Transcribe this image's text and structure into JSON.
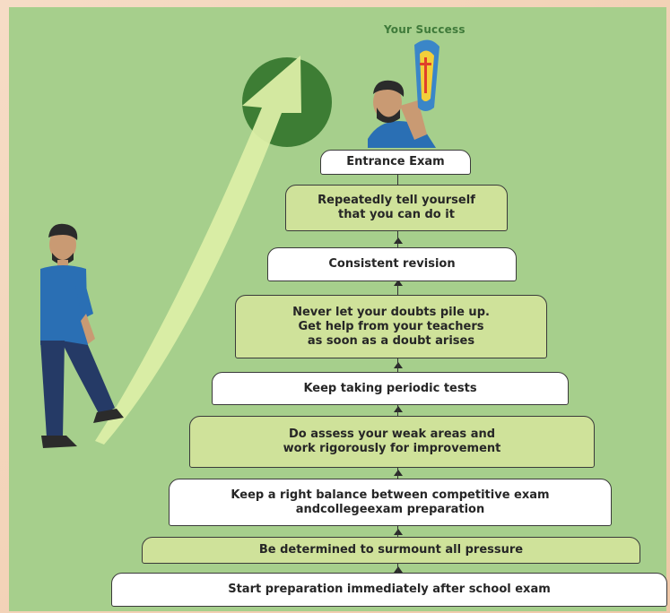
{
  "header": {
    "title": "Your Success"
  },
  "steps": [
    {
      "text": "Entrance Exam",
      "style": "white"
    },
    {
      "text": "Repeatedly tell yourself\nthat you can do it",
      "style": "green"
    },
    {
      "text": "Consistent revision",
      "style": "white"
    },
    {
      "text": "Never let your doubts pile up.\nGet help from your teachers\nas soon as a doubt arises",
      "style": "green"
    },
    {
      "text": "Keep taking periodic tests",
      "style": "white"
    },
    {
      "text": "Do assess your weak areas and\nwork rigorously for improvement",
      "style": "green"
    },
    {
      "text": "Keep a right balance between competitive exam\nandcollegeexam preparation",
      "style": "white"
    },
    {
      "text": "Be determined to surmount all pressure",
      "style": "green"
    },
    {
      "text": "Start preparation immediately after school exam",
      "style": "white"
    }
  ],
  "colors": {
    "panel": "#a6cf8c",
    "step_green": "#cfe29a",
    "step_white": "#ffffff",
    "arrow": "#dbeea6",
    "circle": "#3d7d34",
    "shirt": "#2a6fb4",
    "jeans": "#253a66"
  }
}
